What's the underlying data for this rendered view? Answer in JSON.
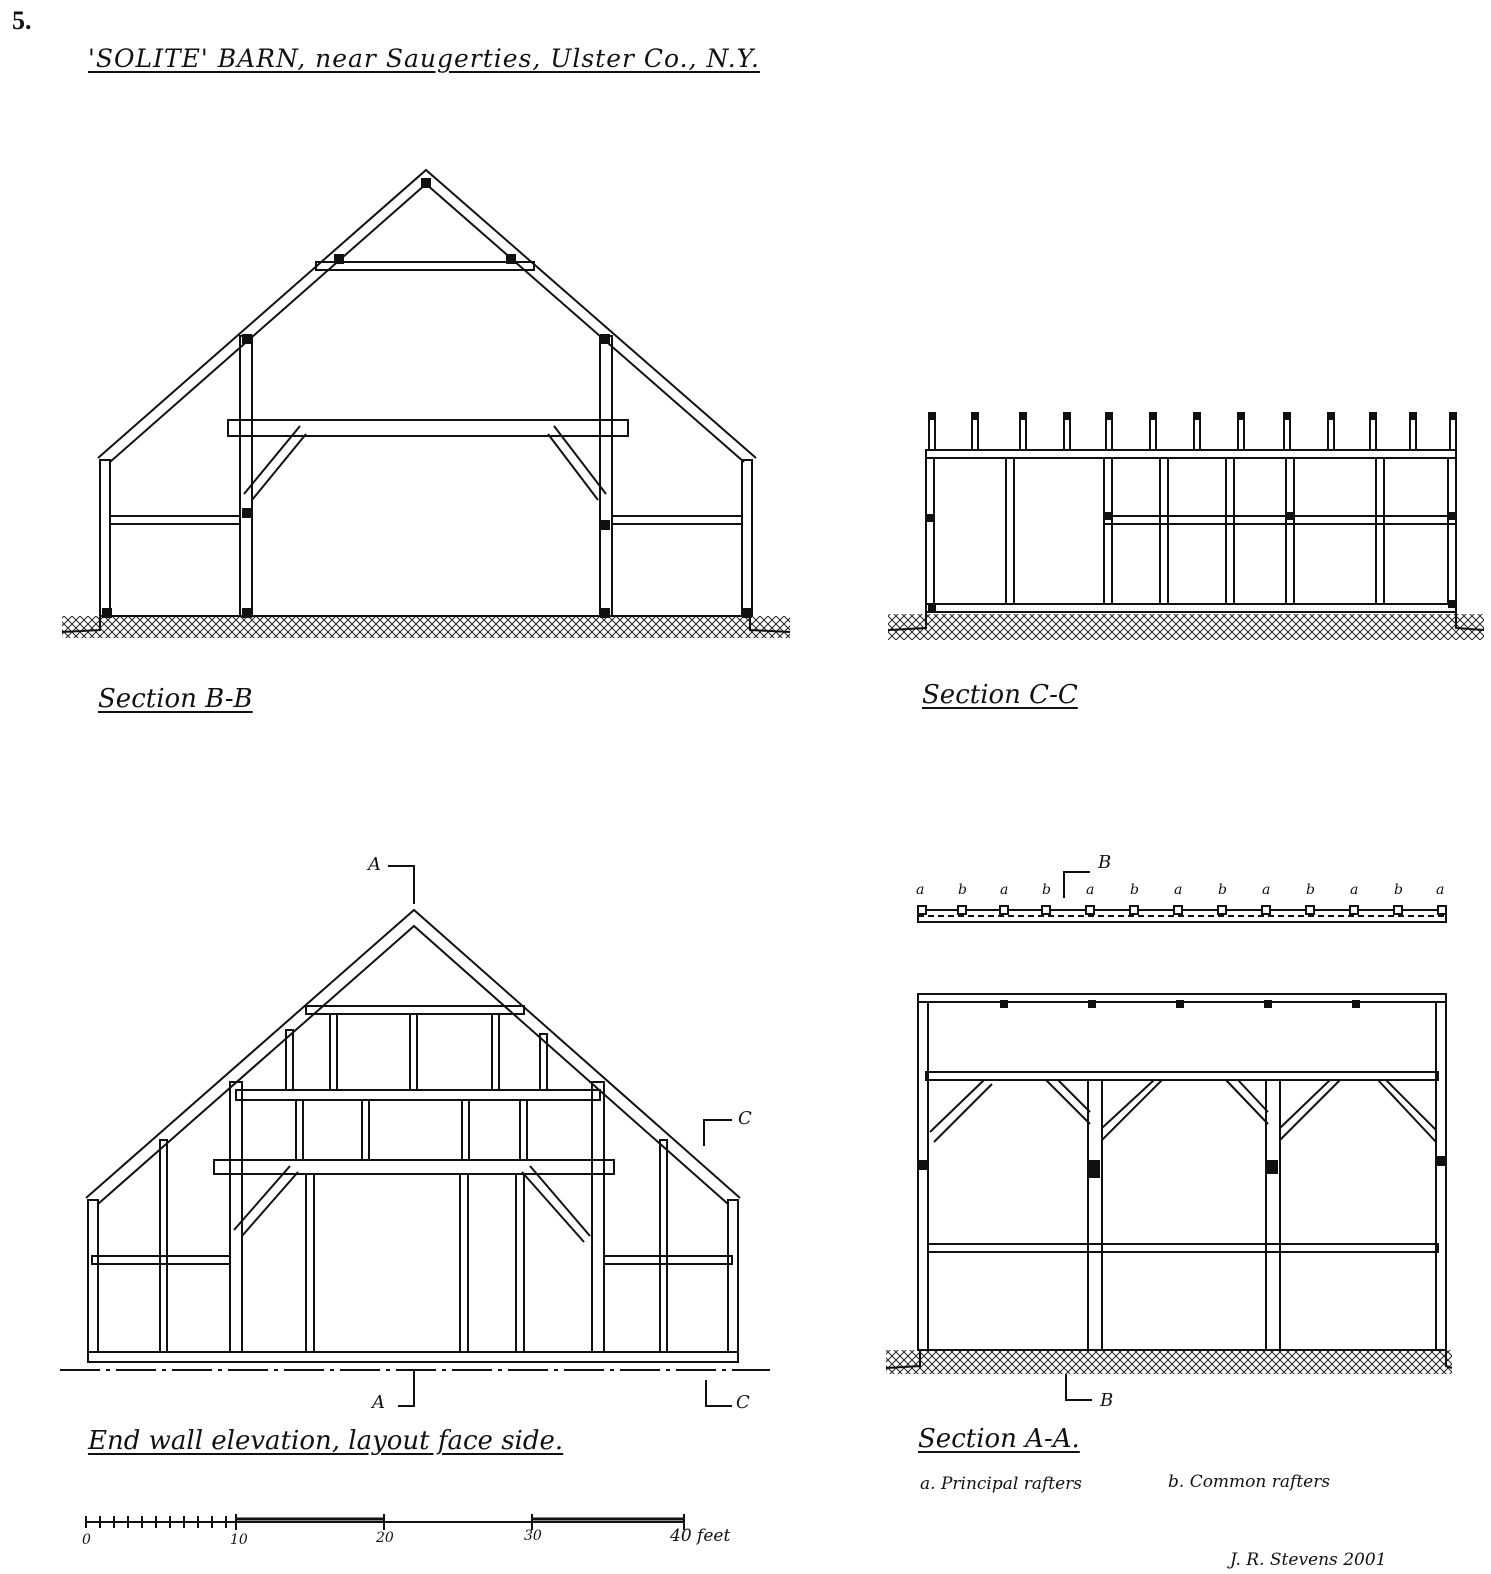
{
  "page_number": "5.",
  "title": "'SOLITE' BARN, near Saugerties, Ulster Co., N.Y.",
  "drawings": {
    "section_bb": {
      "caption": "Section B-B"
    },
    "section_cc": {
      "caption": "Section C-C"
    },
    "end_wall": {
      "caption": "End wall elevation, layout face side.",
      "markers": {
        "a_top": "A",
        "a_bottom": "A",
        "c_right_top": "C",
        "c_right_bottom": "C"
      }
    },
    "section_aa": {
      "caption": "Section A-A.",
      "markers": {
        "b_top": "B",
        "b_bottom": "B"
      },
      "rafter_labels": [
        "a",
        "b",
        "a",
        "b",
        "a",
        "b",
        "a",
        "b",
        "a",
        "b",
        "a",
        "b",
        "a"
      ],
      "legend": {
        "a": "a. Principal rafters",
        "b": "b. Common rafters"
      }
    }
  },
  "scale_bar": {
    "ticks": [
      "0",
      "10",
      "20",
      "30",
      "40 feet"
    ]
  },
  "signature": "J. R. Stevens 2001"
}
